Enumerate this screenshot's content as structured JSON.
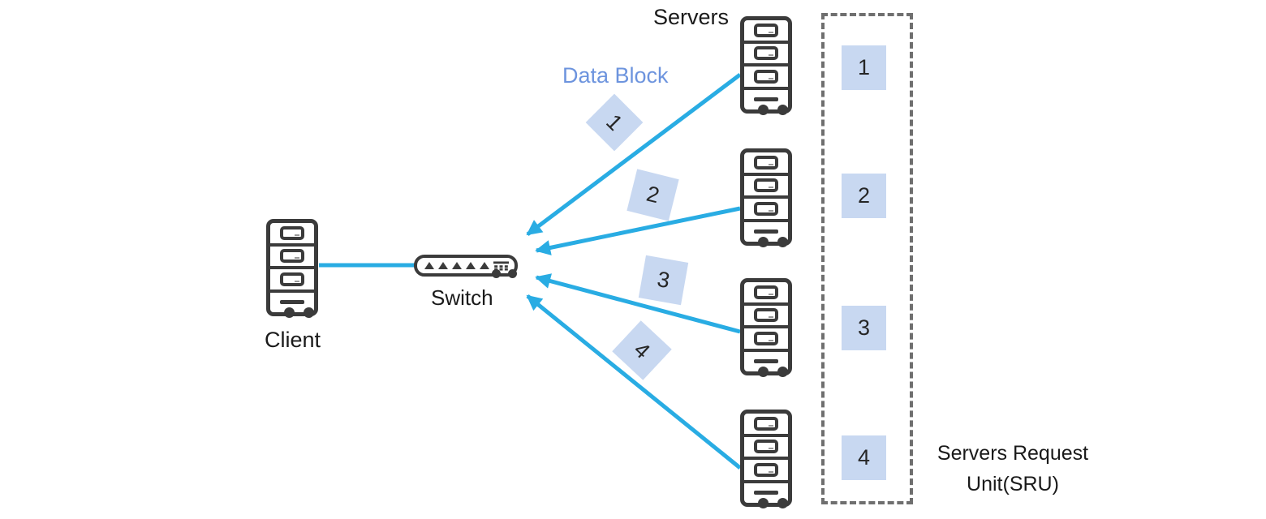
{
  "diagram": {
    "labels": {
      "servers": "Servers",
      "data_block": "Data Block",
      "switch": "Switch",
      "client": "Client",
      "sru_line1": "Servers Request",
      "sru_line2": "Unit(SRU)"
    },
    "data_blocks": [
      "1",
      "2",
      "3",
      "4"
    ],
    "sru_blocks": [
      "1",
      "2",
      "3",
      "4"
    ],
    "colors": {
      "arrow_blue": "#29ace3",
      "block_fill": "#c8d8f1",
      "data_block_label": "#6d94de",
      "icon_stroke": "#3b3b3b",
      "dashed_border": "#6f6f6f",
      "label_text": "#1a1a1a"
    }
  }
}
